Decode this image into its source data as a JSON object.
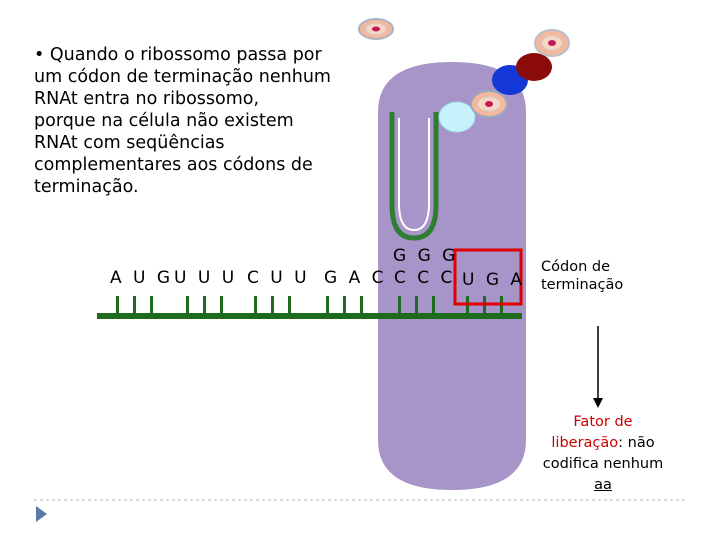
{
  "text_block": {
    "lines": [
      "• Quando o ribossomo passa por",
      "um códon de terminação nenhum",
      "RNAt entra no ribossomo,",
      "porque na célula não existem",
      "RNAt com seqüências",
      "complementares aos códons de",
      "terminação."
    ]
  },
  "mrna": {
    "codons": [
      "A U G",
      "U U U",
      "C U U",
      "G A C",
      "C C C",
      "U G A"
    ]
  },
  "trna": {
    "anticodon": "G G G"
  },
  "stop_label": {
    "lines": [
      "Códon de",
      "terminação"
    ]
  },
  "release_factor": {
    "line1": "Fator de",
    "line2_red": "liberação",
    "line2_rest": ": não",
    "line3": "codifica nenhum",
    "line4": "aa"
  },
  "colors": {
    "ribosome": "#a795c9",
    "mrna_backbone": "#1e6b1e",
    "trna": "#2e7d32",
    "stop_box": "#e00000",
    "dark_blue_sphere": "#1437d8",
    "maroon_sphere": "#8b0a0a",
    "light_cyan_sphere": "#c8f2fb",
    "amino_acid_disc": "#f5b89c"
  }
}
